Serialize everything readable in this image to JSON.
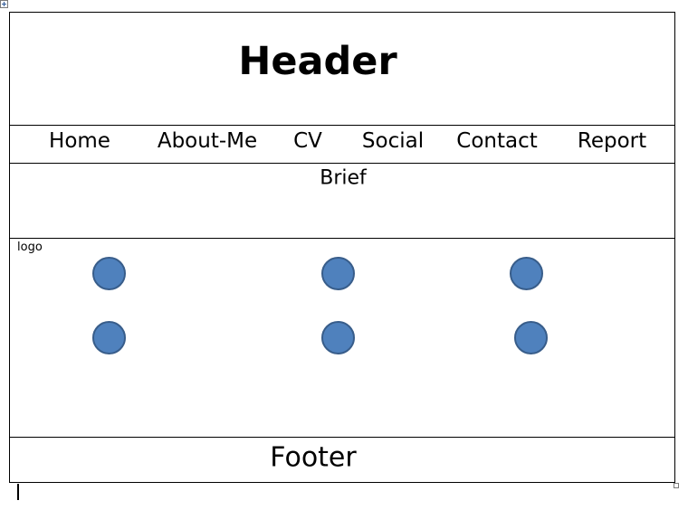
{
  "header": {
    "title": "Header"
  },
  "nav": {
    "items": [
      {
        "label": "Home"
      },
      {
        "label": "About-Me"
      },
      {
        "label": "CV"
      },
      {
        "label": "Social"
      },
      {
        "label": "Contact"
      },
      {
        "label": "Report"
      }
    ]
  },
  "brief": {
    "text": "Brief"
  },
  "content": {
    "logo_label": "logo",
    "circle_color": "#4f81bd",
    "circle_border_color": "#385d8a"
  },
  "footer": {
    "title": "Footer"
  }
}
